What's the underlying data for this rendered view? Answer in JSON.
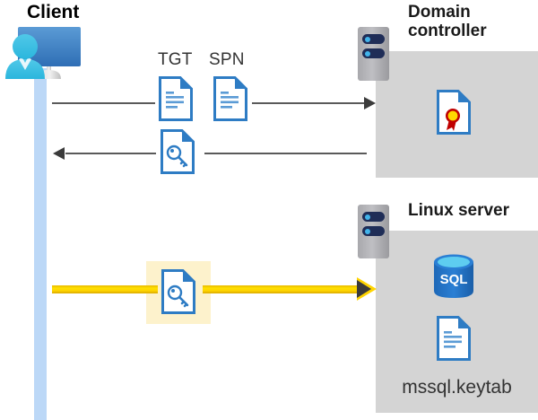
{
  "diagram": {
    "title": "Kerberos authentication flow between client, domain controller and Linux server",
    "background_color": "#ffffff",
    "panel_color": "#d4d4d4",
    "highlight_color": "#fdf2cc",
    "arrow_color": "#5a5a5a",
    "yellow_arrow_color": "#ffd400",
    "lifeline_color": "#bcd8f7"
  },
  "client": {
    "title": "Client",
    "icon": "user-computer-icon",
    "lifeline": "client-lifeline"
  },
  "domain_controller": {
    "title": "Domain\ncontroller",
    "server_icon": "server-icon",
    "contents": [
      {
        "icon": "certificate-document-icon",
        "label": ""
      }
    ]
  },
  "linux_server": {
    "title": "Linux server",
    "server_icon": "server-icon",
    "contents": [
      {
        "icon": "sql-database-icon",
        "label": "SQL"
      },
      {
        "icon": "document-icon",
        "label": "mssql.keytab"
      }
    ],
    "keytab_filename": "mssql.keytab",
    "sql_label": "SQL"
  },
  "flows": [
    {
      "id": "request",
      "direction": "client-to-domain-controller",
      "labels": [
        "TGT",
        "SPN"
      ],
      "icons": [
        "tgt-document-icon",
        "spn-document-icon"
      ],
      "color": "#5a5a5a",
      "highlighted": false
    },
    {
      "id": "response",
      "direction": "domain-controller-to-client",
      "labels": [],
      "icons": [
        "service-ticket-key-document-icon"
      ],
      "color": "#5a5a5a",
      "highlighted": false
    },
    {
      "id": "service-ticket-presentation",
      "direction": "client-to-linux-server",
      "labels": [],
      "icons": [
        "service-ticket-key-document-icon"
      ],
      "color": "#ffd400",
      "highlighted": true
    }
  ],
  "labels": {
    "tgt": "TGT",
    "spn": "SPN"
  }
}
